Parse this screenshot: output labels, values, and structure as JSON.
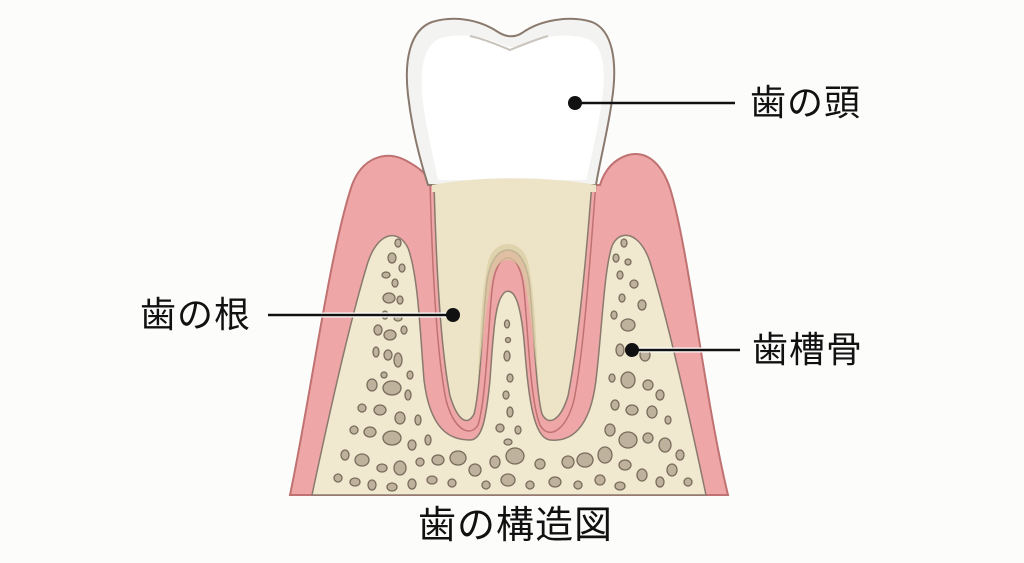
{
  "diagram": {
    "title": "歯の構造図",
    "labels": {
      "crown": "歯の頭",
      "root": "歯の根",
      "alveolar_bone": "歯槽骨"
    },
    "colors": {
      "background": "#fcfcfb",
      "enamel": "#ffffff",
      "enamel_edge": "#e9e7e2",
      "outline": "#8a7a6e",
      "dentin": "#ede4c8",
      "root_groove": "#ddd0a8",
      "gum": "#eea6a6",
      "gum_edge": "#c07272",
      "bone": "#f0e8cf",
      "bone_pore": "#bfb29c",
      "bone_pore_edge": "#7a6c5c",
      "pointer": "#111111"
    }
  }
}
